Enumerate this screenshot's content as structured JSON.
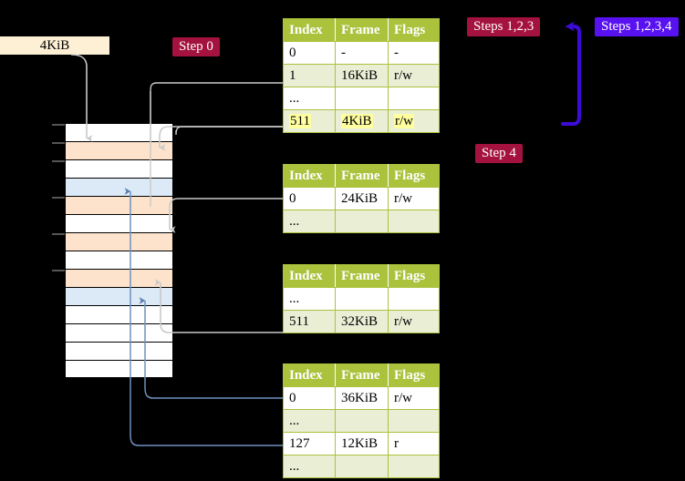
{
  "diagram": {
    "title_labels": {
      "size_label": "4KiB",
      "step0": "Step 0",
      "steps123": "Steps 1,2,3",
      "steps1234": "Steps 1,2,3,4",
      "step4": "Step 4"
    },
    "colors": {
      "badge_crimson": "#a4123f",
      "badge_violet": "#5811f0",
      "label_box": "#fdf0d5",
      "table_header": "#aac23c",
      "table_alt_row": "#e9eed5",
      "highlight": "#ffffa0",
      "mem_orange": "#fde3cc",
      "mem_blue": "#dce9f7",
      "arrow_gray": "#c8c8c8",
      "arrow_blue": "#6f91c0",
      "connector_blue": "#6f91c0",
      "connector_gray": "#d0d0d0",
      "background": "#000000"
    },
    "columns": [
      "Index",
      "Frame",
      "Flags"
    ],
    "tables": [
      {
        "id": "level4-table",
        "rows": [
          {
            "index": "0",
            "frame": "-",
            "flags": "-",
            "alt": false,
            "highlight": false
          },
          {
            "index": "1",
            "frame": "16KiB",
            "flags": "r/w",
            "alt": true,
            "highlight": false
          },
          {
            "index": "...",
            "frame": "",
            "flags": "",
            "alt": false,
            "highlight": false
          },
          {
            "index": "511",
            "frame": "4KiB",
            "flags": "r/w",
            "alt": true,
            "highlight": true
          }
        ]
      },
      {
        "id": "level3-table",
        "rows": [
          {
            "index": "0",
            "frame": "24KiB",
            "flags": "r/w",
            "alt": false,
            "highlight": false
          },
          {
            "index": "...",
            "frame": "",
            "flags": "",
            "alt": true,
            "highlight": false
          }
        ]
      },
      {
        "id": "level2-table",
        "rows": [
          {
            "index": "...",
            "frame": "",
            "flags": "",
            "alt": false,
            "highlight": false
          },
          {
            "index": "511",
            "frame": "32KiB",
            "flags": "r/w",
            "alt": true,
            "highlight": false
          }
        ]
      },
      {
        "id": "level1-table",
        "rows": [
          {
            "index": "0",
            "frame": "36KiB",
            "flags": "r/w",
            "alt": false,
            "highlight": false
          },
          {
            "index": "...",
            "frame": "",
            "flags": "",
            "alt": true,
            "highlight": false
          },
          {
            "index": "127",
            "frame": "12KiB",
            "flags": "r",
            "alt": false,
            "highlight": false
          },
          {
            "index": "...",
            "frame": "",
            "flags": "",
            "alt": true,
            "highlight": false
          }
        ]
      }
    ],
    "memory_blocks": [
      {
        "fill": "white",
        "tick": true
      },
      {
        "fill": "orange",
        "tick": true
      },
      {
        "fill": "white",
        "tick": true
      },
      {
        "fill": "blue",
        "tick": false
      },
      {
        "fill": "orange",
        "tick": true
      },
      {
        "fill": "white",
        "tick": false
      },
      {
        "fill": "orange",
        "tick": true
      },
      {
        "fill": "white",
        "tick": false
      },
      {
        "fill": "orange",
        "tick": true
      },
      {
        "fill": "blue",
        "tick": false
      },
      {
        "fill": "white",
        "tick": false
      },
      {
        "fill": "white",
        "tick": false
      },
      {
        "fill": "white",
        "tick": false
      },
      {
        "fill": "white",
        "tick": false
      }
    ]
  }
}
